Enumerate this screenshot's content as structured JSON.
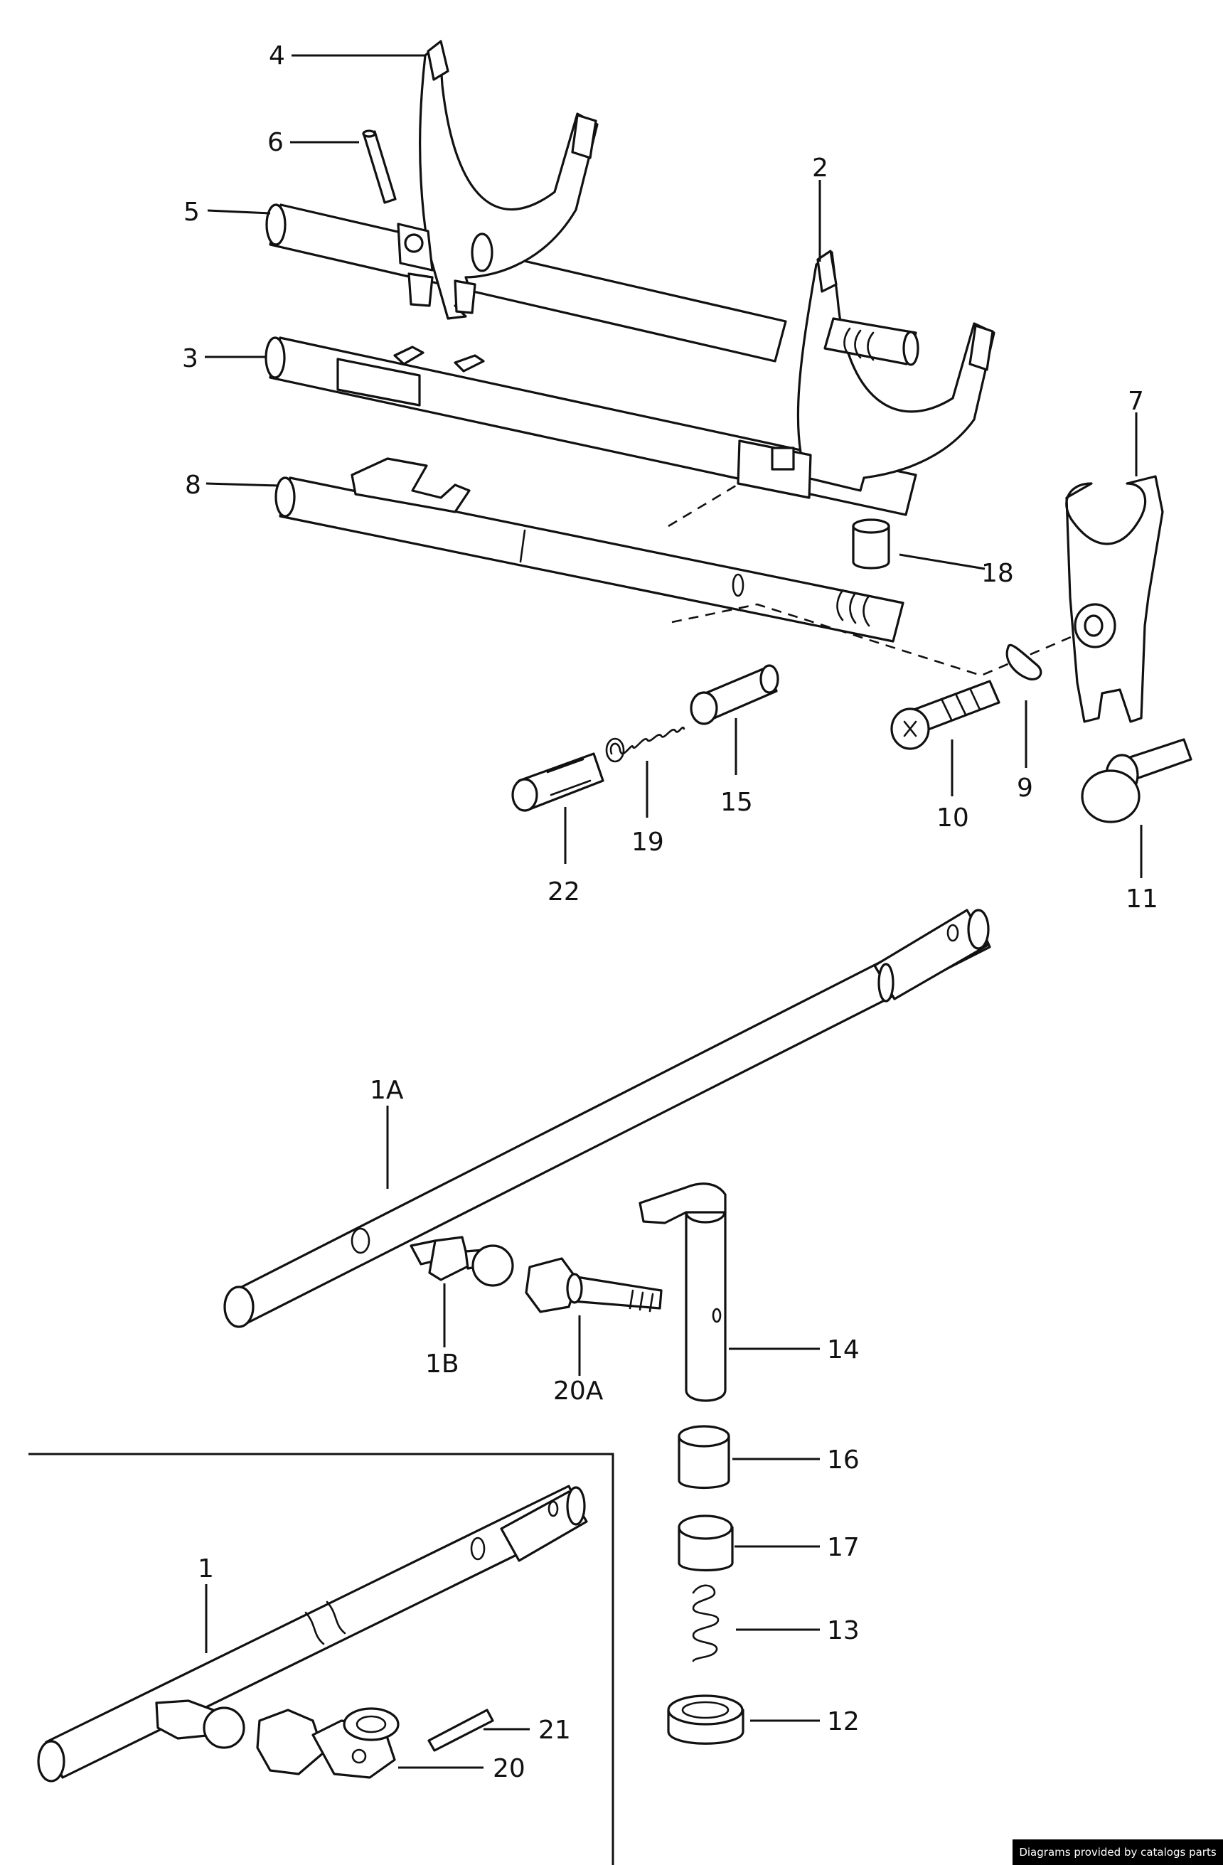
{
  "callouts": {
    "c1": "1",
    "c1A": "1A",
    "c1B": "1B",
    "c2": "2",
    "c3": "3",
    "c4": "4",
    "c5": "5",
    "c6": "6",
    "c7": "7",
    "c8": "8",
    "c9": "9",
    "c10": "10",
    "c11": "11",
    "c12": "12",
    "c13": "13",
    "c14": "14",
    "c15": "15",
    "c16": "16",
    "c17": "17",
    "c18": "18",
    "c19": "19",
    "c20": "20",
    "c20A": "20A",
    "c21": "21",
    "c22": "22"
  },
  "credit": "Diagrams provided by catalogs parts"
}
